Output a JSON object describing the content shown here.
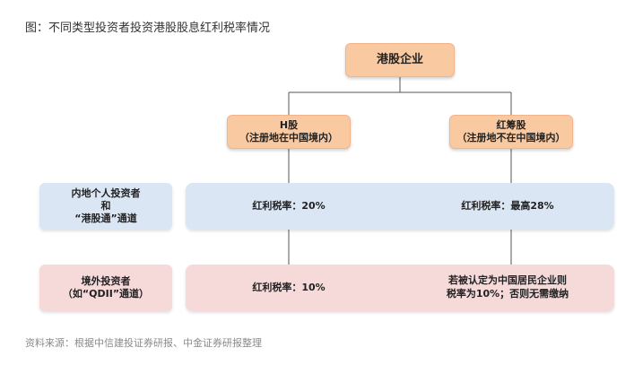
{
  "caption": "图：不同类型投资者投资港股股息红利税率情况",
  "source": "资料来源：根据中信建投证券研报、中金证券研报整理",
  "root": {
    "label": "港股企业"
  },
  "categories": [
    {
      "title": "H股",
      "subtitle": "（注册地在中国境内）"
    },
    {
      "title": "红筹股",
      "subtitle": "（注册地不在中国境内）"
    }
  ],
  "investors": [
    {
      "line1": "内地个人投资者",
      "line2": "和",
      "line3": "“港股通”通道",
      "h_rate": "红利税率：20%",
      "red_rate_line1": "红利税率：最高28%",
      "red_rate_line2": ""
    },
    {
      "line1": "境外投资者",
      "line2": "（如“QDII”通道）",
      "line3": "",
      "h_rate": "红利税率：10%",
      "red_rate_line1": "若被认定为中国居民企业则",
      "red_rate_line2": "税率为10%；否则无需缴纳"
    }
  ]
}
